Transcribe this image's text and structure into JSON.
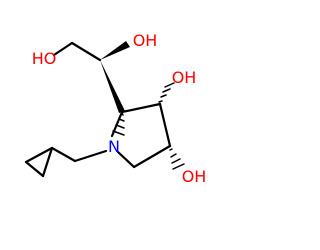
{
  "molecule": {
    "atoms": [
      {
        "id": "ho_left",
        "label": "HO",
        "color": "#ff0000"
      },
      {
        "id": "oh_top",
        "label": "OH",
        "color": "#ff0000"
      },
      {
        "id": "oh_c3",
        "label": "OH",
        "color": "#ff0000"
      },
      {
        "id": "n_ring",
        "label": "N",
        "color": "#0000ff"
      },
      {
        "id": "oh_c4",
        "label": "OH",
        "color": "#ff0000"
      }
    ],
    "bond_color": "#000000"
  }
}
